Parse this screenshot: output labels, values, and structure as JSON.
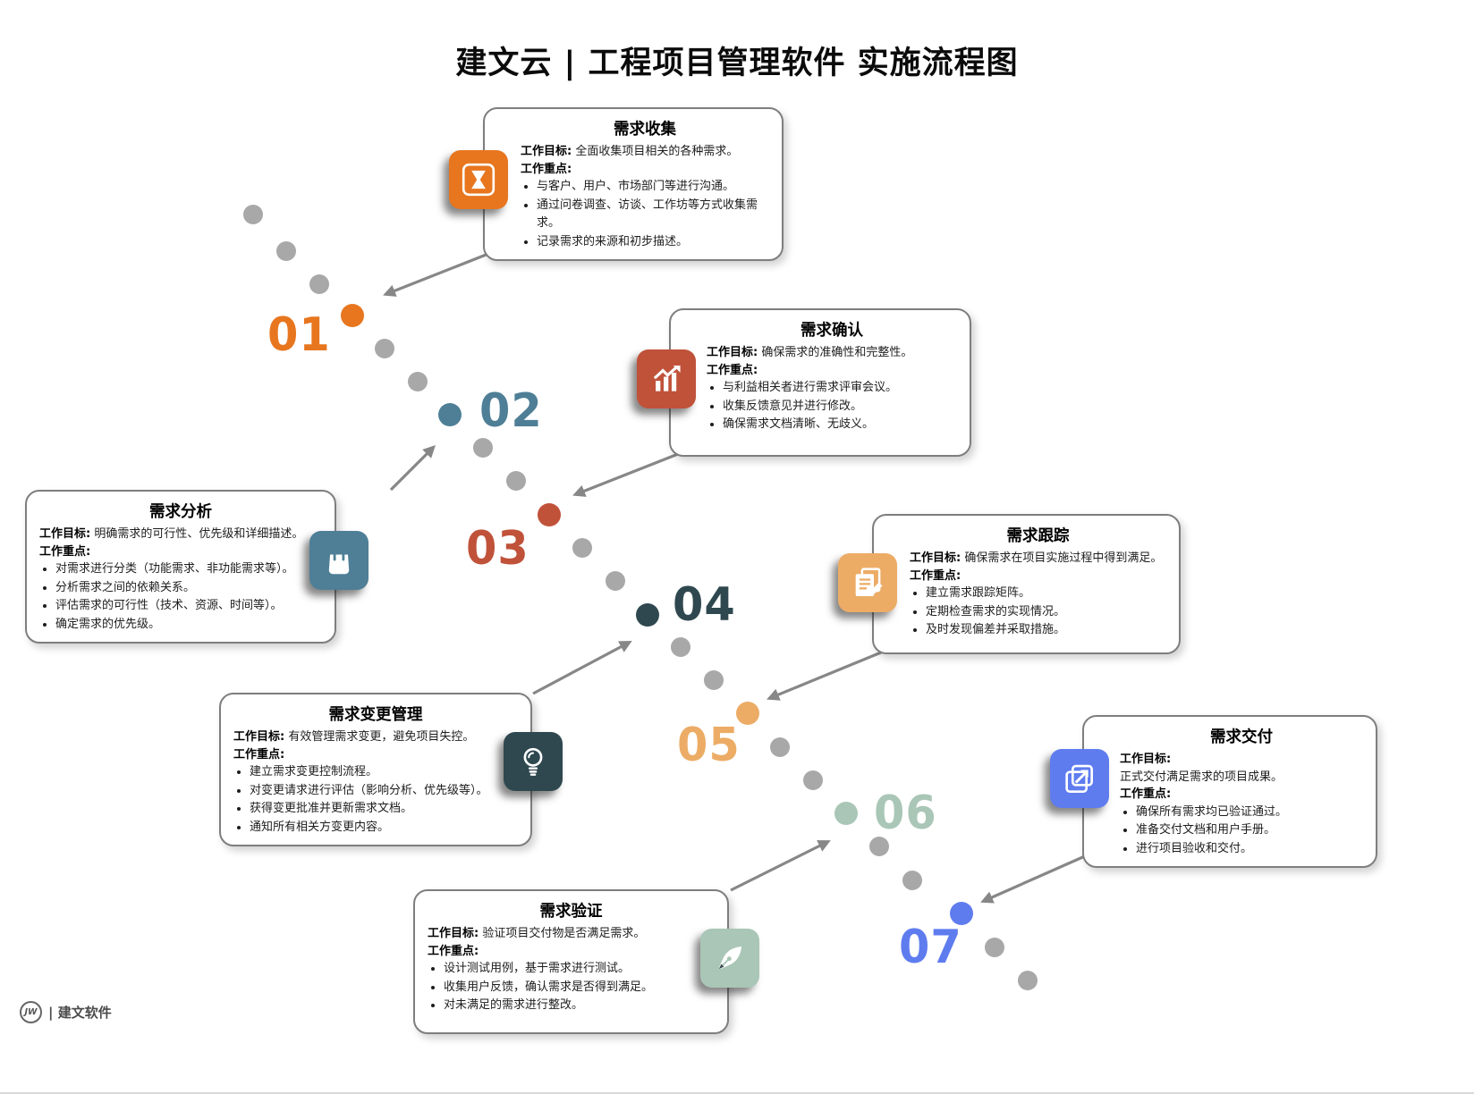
{
  "title": "建文云 | 工程项目管理软件 实施流程图",
  "logo": {
    "mark": "JW",
    "text": "| 建文软件"
  },
  "labels": {
    "goal": "工作目标:",
    "focus": "工作重点:"
  },
  "steps": [
    {
      "number": "01",
      "name": "需求收集",
      "color": "#E7761F",
      "icon": "hourglass-icon",
      "goal": "全面收集项目相关的各种需求。",
      "focus": [
        "与客户、用户、市场部门等进行沟通。",
        "通过问卷调查、访谈、工作坊等方式收集需求。",
        "记录需求的来源和初步描述。"
      ]
    },
    {
      "number": "02",
      "name": "需求分析",
      "color": "#4E7F96",
      "icon": "shopping-bag-icon",
      "goal": "明确需求的可行性、优先级和详细描述。",
      "focus": [
        "对需求进行分类（功能需求、非功能需求等）。",
        "分析需求之间的依赖关系。",
        "评估需求的可行性（技术、资源、时间等）。",
        "确定需求的优先级。"
      ]
    },
    {
      "number": "03",
      "name": "需求确认",
      "color": "#C0523A",
      "icon": "chart-growth-icon",
      "goal": "确保需求的准确性和完整性。",
      "focus": [
        "与利益相关者进行需求评审会议。",
        "收集反馈意见并进行修改。",
        "确保需求文档清晰、无歧义。"
      ]
    },
    {
      "number": "04",
      "name": "需求变更管理",
      "color": "#2F4850",
      "icon": "lightbulb-icon",
      "goal": "有效管理需求变更，避免项目失控。",
      "focus": [
        "建立需求变更控制流程。",
        "对变更请求进行评估（影响分析、优先级等）。",
        "获得变更批准并更新需求文档。",
        "通知所有相关方变更内容。"
      ]
    },
    {
      "number": "05",
      "name": "需求跟踪",
      "color": "#ECAC66",
      "icon": "document-checklist-icon",
      "goal": "确保需求在项目实施过程中得到满足。",
      "focus": [
        "建立需求跟踪矩阵。",
        "定期检查需求的实现情况。",
        "及时发现偏差并采取措施。"
      ]
    },
    {
      "number": "06",
      "name": "需求验证",
      "color": "#A9C6B6",
      "icon": "pen-nib-icon",
      "goal": "验证项目交付物是否满足需求。",
      "focus": [
        "设计测试用例，基于需求进行测试。",
        "收集用户反馈，确认需求是否得到满足。",
        "对未满足的需求进行整改。"
      ]
    },
    {
      "number": "07",
      "name": "需求交付",
      "color": "#5F7CEF",
      "icon": "deliver-boxes-icon",
      "goal": "正式交付满足需求的项目成果。",
      "focus": [
        "确保所有需求均已验证通过。",
        "准备交付文档和用户手册。",
        "进行项目验收和交付。"
      ]
    }
  ]
}
